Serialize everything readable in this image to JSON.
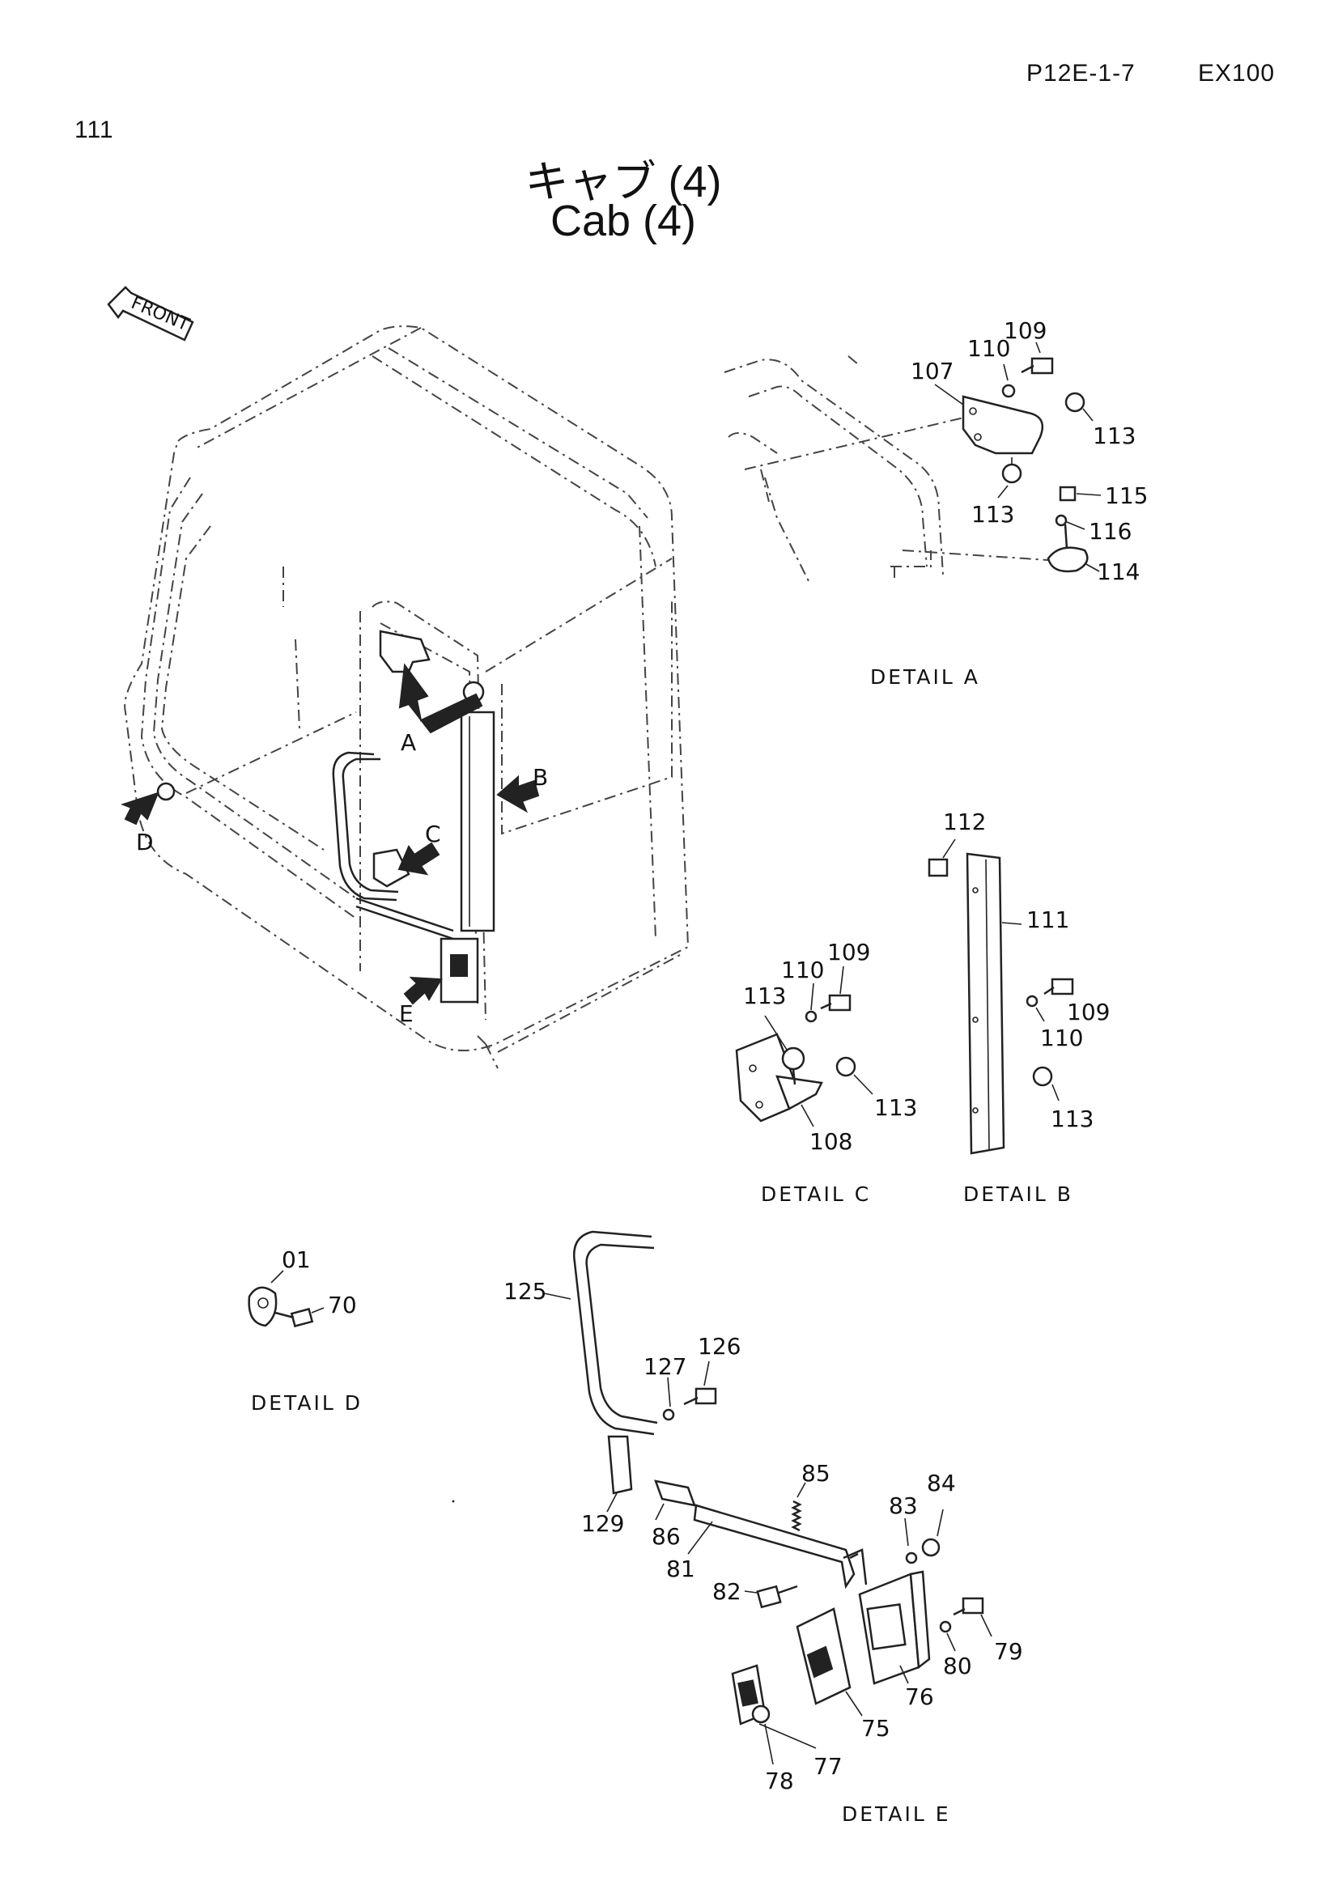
{
  "header": {
    "page_ref": "P12E-1-7",
    "model": "EX100",
    "index": "111"
  },
  "title": {
    "japanese": "キャブ (4)",
    "english": "Cab (4)"
  },
  "front_label": "FRONT",
  "callouts": [
    "A",
    "B",
    "C",
    "D",
    "E"
  ],
  "details": {
    "a": "DETAIL A",
    "b": "DETAIL B",
    "c": "DETAIL C",
    "d": "DETAIL D",
    "e": "DETAIL E"
  },
  "parts": {
    "p01": "01",
    "p70": "70",
    "p75": "75",
    "p76": "76",
    "p77": "77",
    "p78": "78",
    "p79": "79",
    "p80": "80",
    "p81": "81",
    "p82": "82",
    "p83": "83",
    "p84": "84",
    "p85": "85",
    "p86": "86",
    "p107": "107",
    "p108": "108",
    "p109": "109",
    "p110": "110",
    "p111": "111",
    "p112": "112",
    "p113": "113",
    "p114": "114",
    "p115": "115",
    "p116": "116",
    "p125": "125",
    "p126": "126",
    "p127": "127",
    "p129": "129"
  }
}
